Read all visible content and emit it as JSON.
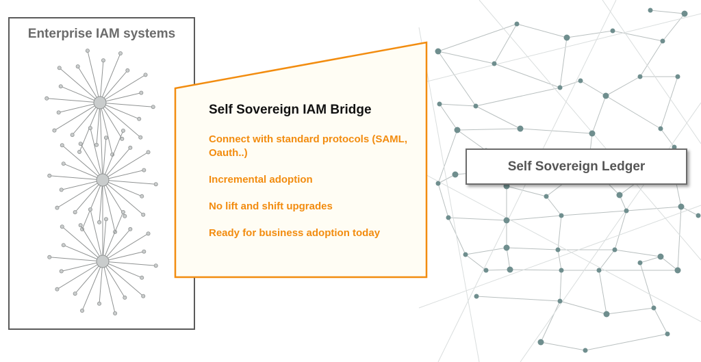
{
  "enterprise": {
    "title": "Enterprise IAM systems"
  },
  "bridge": {
    "title": "Self Sovereign IAM Bridge",
    "items": [
      "Connect with standard protocols (SAML, Oauth..)",
      "Incremental adoption",
      "No lift and shift upgrades",
      "Ready for business adoption today"
    ]
  },
  "ledger": {
    "label": "Self Sovereign Ledger"
  },
  "colors": {
    "accent": "#f28c0f",
    "bridge_fill": "#fffdf4",
    "network_edge": "#b8bfbf",
    "network_node": "#6f8e8e",
    "hub_fill": "#c9cccc",
    "border": "#5a5a5a"
  }
}
